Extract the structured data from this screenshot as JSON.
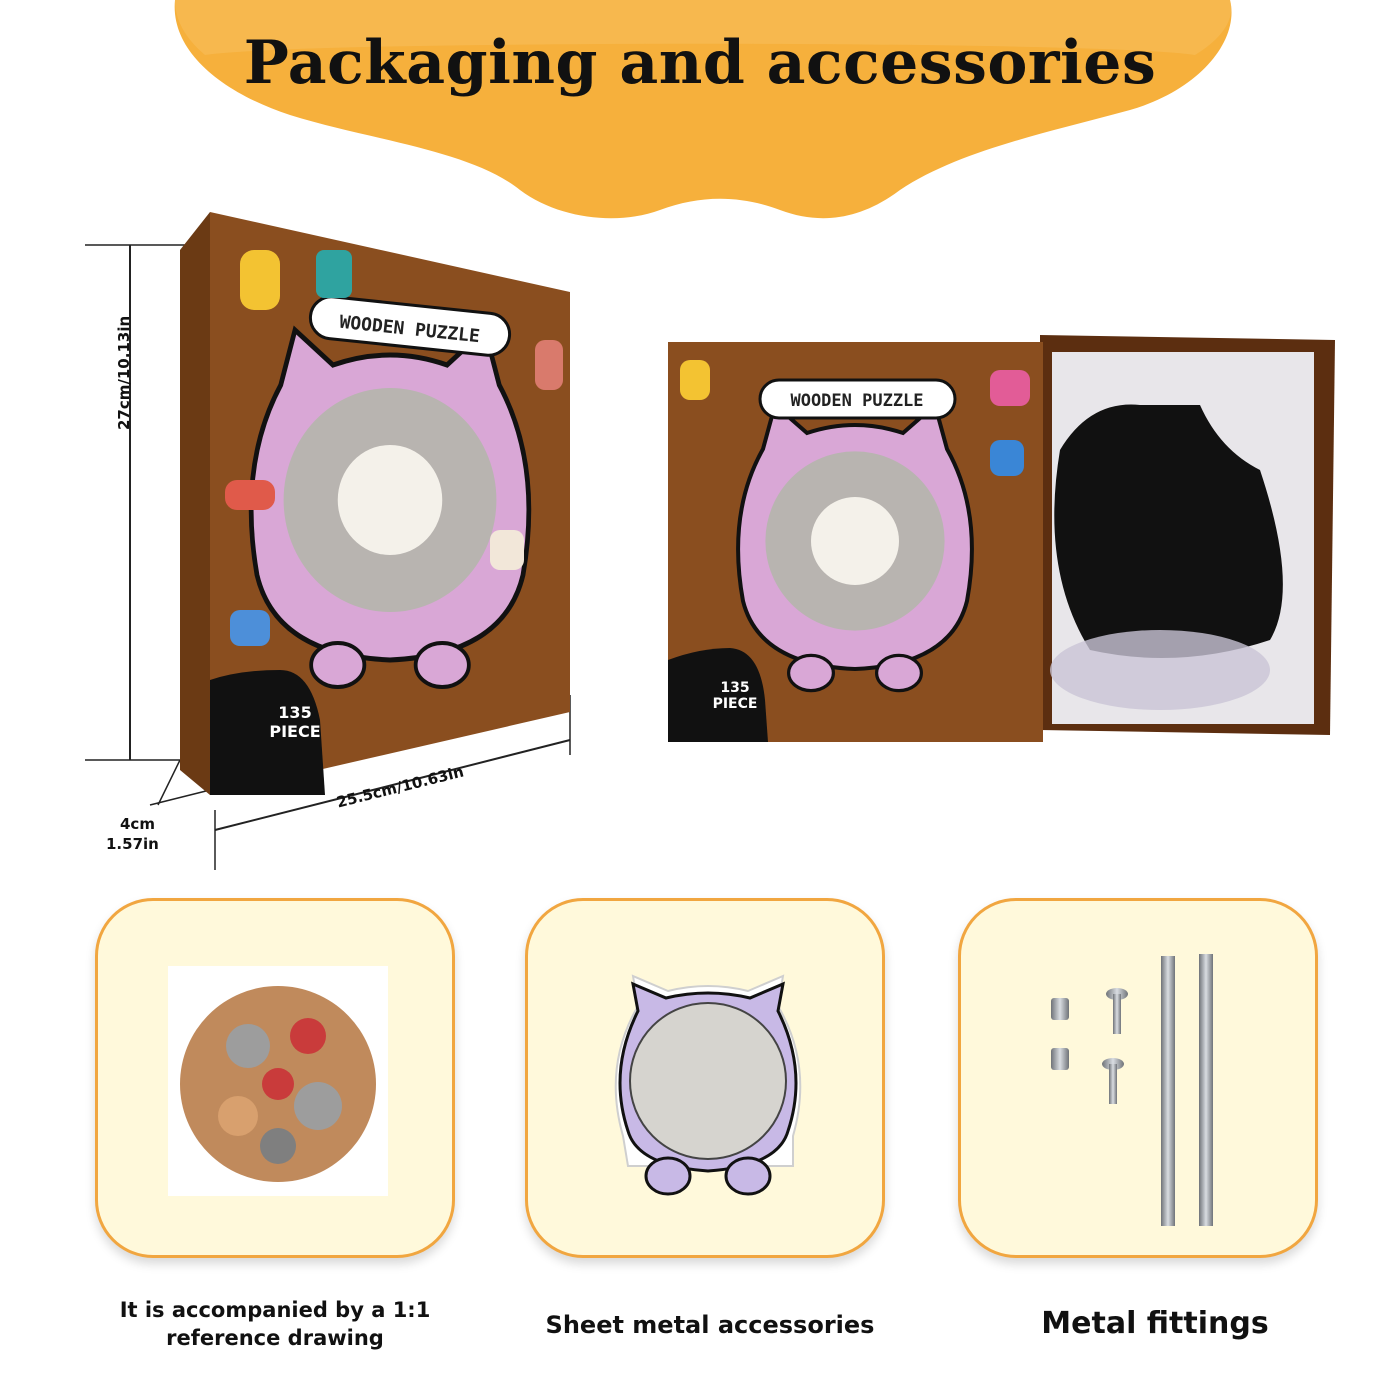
{
  "header": {
    "title": "Packaging and accessories"
  },
  "dimensions": {
    "height": "27cm/10.13in",
    "width": "25.5cm/10.63in",
    "depth_cm": "4cm",
    "depth_in": "1.57in"
  },
  "box": {
    "logo": "WOODEN PUZZLE",
    "piece_count": "135",
    "piece_label": "PIECE"
  },
  "colors": {
    "banner": "#f6b03c",
    "wood": "#8a4e1f",
    "card_fill": "#fff9db",
    "card_border": "#f1a640"
  },
  "cards": [
    {
      "caption_line1": "It is accompanied by a 1:1",
      "caption_line2": "reference drawing"
    },
    {
      "caption": "Sheet metal accessories"
    },
    {
      "caption": "Metal fittings"
    }
  ]
}
